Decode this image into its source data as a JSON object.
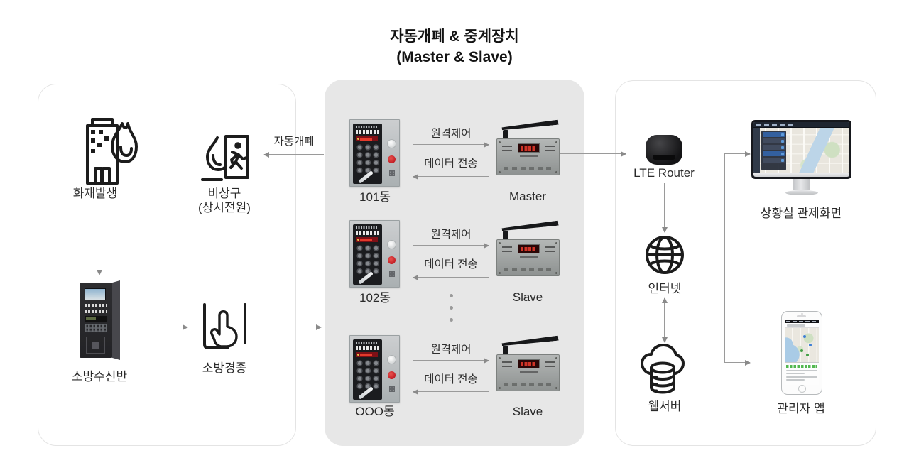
{
  "title": {
    "line1": "자동개폐 & 중계장치",
    "line2": "(Master & Slave)"
  },
  "left_section": {
    "fire_label": "화재발생",
    "exit_label": "비상구",
    "exit_sublabel": "(상시전원)",
    "receiver_label": "소방수신반",
    "bell_label": "소방경종",
    "auto_open_label": "자동개폐",
    "icons": [
      "building-fire-icon",
      "emergency-exit-icon",
      "fire-receiver-cabinet",
      "bell-press-icon"
    ]
  },
  "center_section": {
    "rows": [
      {
        "building": "101동",
        "device": "Master",
        "remote_label": "원격제어",
        "data_label": "데이터 전송"
      },
      {
        "building": "102동",
        "device": "Slave",
        "remote_label": "원격제어",
        "data_label": "데이터 전송"
      },
      {
        "building": "OOO동",
        "device": "Slave",
        "remote_label": "원격제어",
        "data_label": "데이터 전송"
      }
    ]
  },
  "right_section": {
    "router_label": "LTE Router",
    "internet_label": "인터넷",
    "server_label": "웹서버",
    "monitor_label": "상황실 관제화면",
    "app_label": "관리자 앱",
    "icons": [
      "lte-router-device",
      "internet-globe-icon",
      "webserver-cloud-db-icon",
      "control-room-monitor",
      "manager-phone"
    ]
  },
  "colors": {
    "panel_gray": "#e7e7e7",
    "box_border": "#e4e4e4",
    "arrow_gray": "#8f8f8f",
    "accent_red": "#cf1f2e",
    "led_red": "#d13427"
  }
}
